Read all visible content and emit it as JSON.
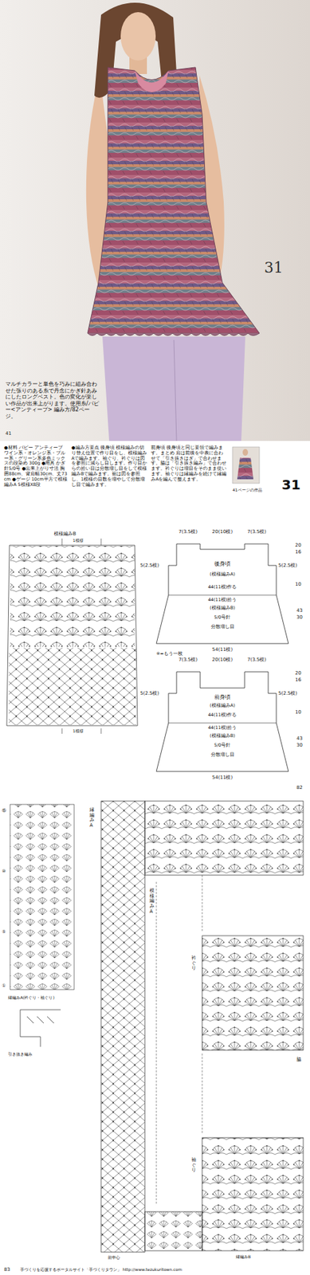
{
  "diagram": {
    "nodes": [
      {
        "text": [
          "後身頃",
          "(模様編みA)",
          "(模様編みB)",
          "5/0号針",
          "分散増し目"
        ]
      },
      {
        "text": [
          "前身頃",
          "(模様編みA)",
          "(模様編みB)",
          "5/0号針",
          "分散増し目"
        ]
      }
    ],
    "labels": [
      "31",
      "マルチカラーと単色を巧みに組み合わせた張りのある糸で丹念にかぎ針あみにしたロングベスト。色の変化が楽しい作品が出来上がります。使用糸/パピー<アンティーブ> 編み方/82ページ。",
      "41",
      "●材料 パピー アンティーブ ワイン系・オレンジ系・ブルー系・グリーン系多色ミックスの段染め 300g ●用具 かぎ針5/0号 ●出来上がり寸法 胸囲88cm、背肩幅30cm、丈73cm ●ゲージ 10cm平方で模様編みA 5模様X8段",
      "●編み方要点 後身頃 模様編みの切り替え位置で作り目をし、模様編みAで編みます。袖ぐり、衿ぐりは図を参照に減らし目します。作り目からの拾い目は分散増し目をして模様編みBで編みます。裾は図を参照し、1模様の目数を増やして分散増し目で編みます。",
      "前身頃 後身頃と同じ要領で編みます。まとめ 肩は前後を中表に合わせて「引き抜きはぎ」で合わせます。脇は「引き抜き編み」で合わせます。衿ぐりは増目をそのまま使います。袖ぐりは縁編みを続けて縁編みAを編んで整えます。",
      "41ページの作品",
      "31",
      "模様編みB",
      "1模様",
      "1模様",
      "20(10模)",
      "7(3.5模)",
      "7(3.5模)",
      "5(2.5模)",
      "5(2.5模)",
      "44(11模)作る",
      "44(11模)拾う",
      "54(11模)",
      "20",
      "16",
      "10",
      "43",
      "30",
      "※=もう一枚",
      "20(10模)",
      "7(3.5模)",
      "7(3.5模)",
      "5(2.5模)",
      "5(2.5模)",
      "44(11模)作る",
      "44(11模)拾う",
      "54(11模)",
      "20",
      "16",
      "10",
      "43",
      "30",
      "82",
      "模様編みA",
      "縁編みA",
      "衿ぐり",
      "袖ぐり",
      "脇",
      "前中心",
      "縁編みB",
      "縁編みA(衿ぐり・袖ぐり)",
      "引き抜き編み",
      "83",
      "手づくりを応援するポータルサイト「手づくりタウン」 http://www.tezukuritown.com",
      "⑮",
      "⑩",
      "⑤",
      "①"
    ]
  }
}
